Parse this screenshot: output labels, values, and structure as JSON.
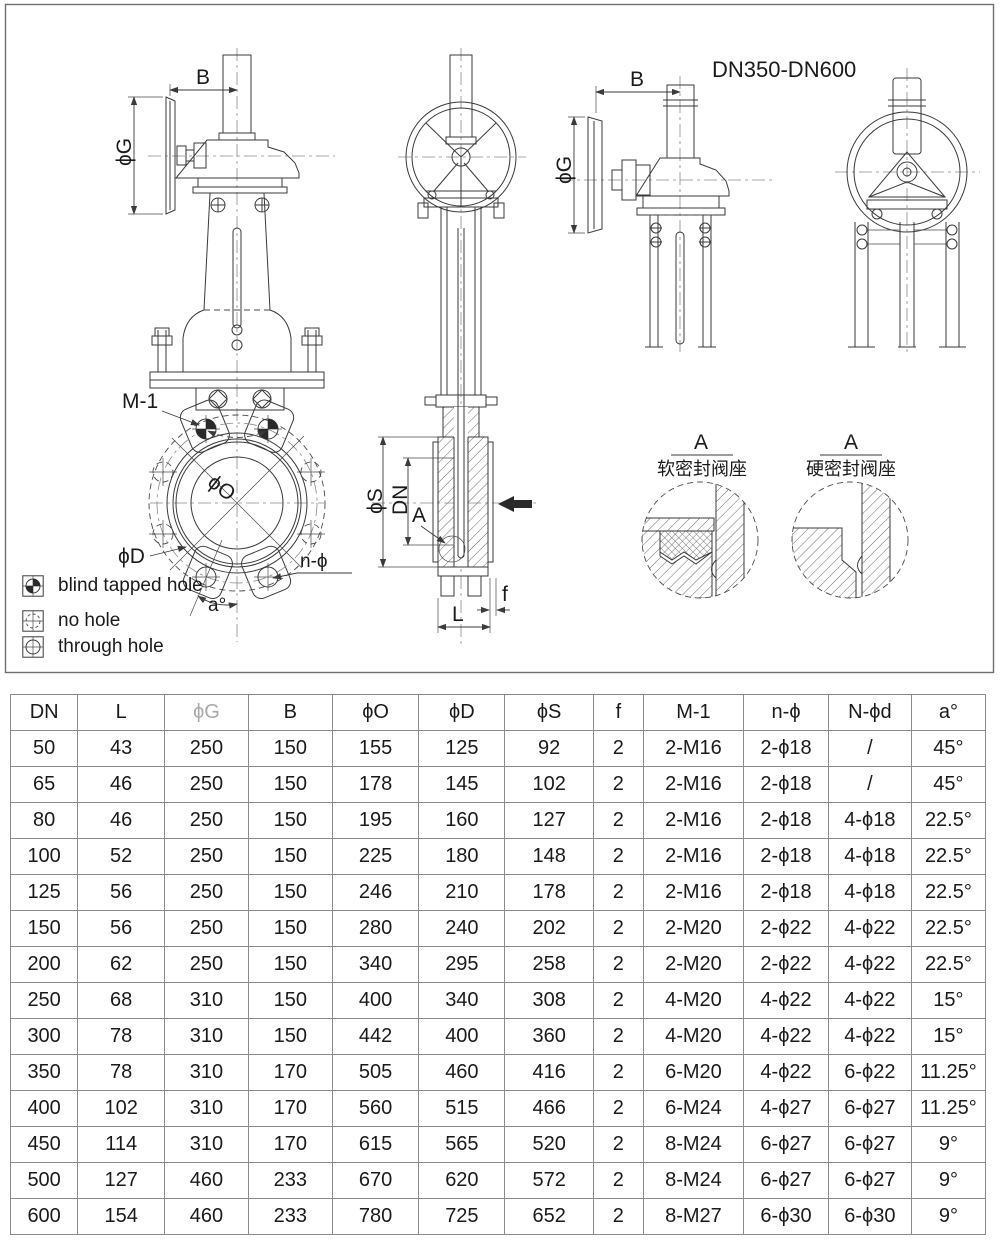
{
  "colors": {
    "line": "#3a3a3a",
    "table_border": "#8a8a8a",
    "muted_header": "#a9a9a9",
    "background": "#ffffff"
  },
  "drawing": {
    "variant_title": "DN350-DN600",
    "front_view": {
      "dim_b": "B",
      "dim_g": "ϕG",
      "label_m1": "M-1",
      "label_o": "ϕO",
      "label_d": "ϕD",
      "label_n": "n-ϕ",
      "label_a": "a°"
    },
    "side_view": {
      "dim_s": "ϕS",
      "dim_dn": "DN",
      "detail_ref": "A",
      "dim_l": "L",
      "dim_f": "f"
    },
    "dn350_view": {
      "dim_b": "B",
      "dim_g": "ϕG"
    },
    "details": {
      "soft": {
        "ref": "A",
        "caption": "软密封阀座"
      },
      "hard": {
        "ref": "A",
        "caption": "硬密封阀座"
      }
    },
    "legend": [
      {
        "icon": "blind-tapped-hole-icon",
        "label": "blind tapped hole"
      },
      {
        "icon": "no-hole-icon",
        "label": "no hole"
      },
      {
        "icon": "through-hole-icon",
        "label": "through hole"
      }
    ]
  },
  "table": {
    "headers": [
      "DN",
      "L",
      "ϕG",
      "B",
      "ϕO",
      "ϕD",
      "ϕS",
      "f",
      "M-1",
      "n-ϕ",
      "N-ϕd",
      "a°"
    ],
    "muted_header_index": 2,
    "rows": [
      [
        "50",
        "43",
        "250",
        "150",
        "155",
        "125",
        "92",
        "2",
        "2-M16",
        "2-ϕ18",
        "/",
        "45°"
      ],
      [
        "65",
        "46",
        "250",
        "150",
        "178",
        "145",
        "102",
        "2",
        "2-M16",
        "2-ϕ18",
        "/",
        "45°"
      ],
      [
        "80",
        "46",
        "250",
        "150",
        "195",
        "160",
        "127",
        "2",
        "2-M16",
        "2-ϕ18",
        "4-ϕ18",
        "22.5°"
      ],
      [
        "100",
        "52",
        "250",
        "150",
        "225",
        "180",
        "148",
        "2",
        "2-M16",
        "2-ϕ18",
        "4-ϕ18",
        "22.5°"
      ],
      [
        "125",
        "56",
        "250",
        "150",
        "246",
        "210",
        "178",
        "2",
        "2-M16",
        "2-ϕ18",
        "4-ϕ18",
        "22.5°"
      ],
      [
        "150",
        "56",
        "250",
        "150",
        "280",
        "240",
        "202",
        "2",
        "2-M20",
        "2-ϕ22",
        "4-ϕ22",
        "22.5°"
      ],
      [
        "200",
        "62",
        "250",
        "150",
        "340",
        "295",
        "258",
        "2",
        "2-M20",
        "2-ϕ22",
        "4-ϕ22",
        "22.5°"
      ],
      [
        "250",
        "68",
        "310",
        "150",
        "400",
        "340",
        "308",
        "2",
        "4-M20",
        "4-ϕ22",
        "4-ϕ22",
        "15°"
      ],
      [
        "300",
        "78",
        "310",
        "150",
        "442",
        "400",
        "360",
        "2",
        "4-M20",
        "4-ϕ22",
        "4-ϕ22",
        "15°"
      ],
      [
        "350",
        "78",
        "310",
        "170",
        "505",
        "460",
        "416",
        "2",
        "6-M20",
        "4-ϕ22",
        "6-ϕ22",
        "11.25°"
      ],
      [
        "400",
        "102",
        "310",
        "170",
        "560",
        "515",
        "466",
        "2",
        "6-M24",
        "4-ϕ27",
        "6-ϕ27",
        "11.25°"
      ],
      [
        "450",
        "114",
        "310",
        "170",
        "615",
        "565",
        "520",
        "2",
        "8-M24",
        "6-ϕ27",
        "6-ϕ27",
        "9°"
      ],
      [
        "500",
        "127",
        "460",
        "233",
        "670",
        "620",
        "572",
        "2",
        "8-M24",
        "6-ϕ27",
        "6-ϕ27",
        "9°"
      ],
      [
        "600",
        "154",
        "460",
        "233",
        "780",
        "725",
        "652",
        "2",
        "8-M27",
        "6-ϕ30",
        "6-ϕ30",
        "9°"
      ]
    ]
  }
}
